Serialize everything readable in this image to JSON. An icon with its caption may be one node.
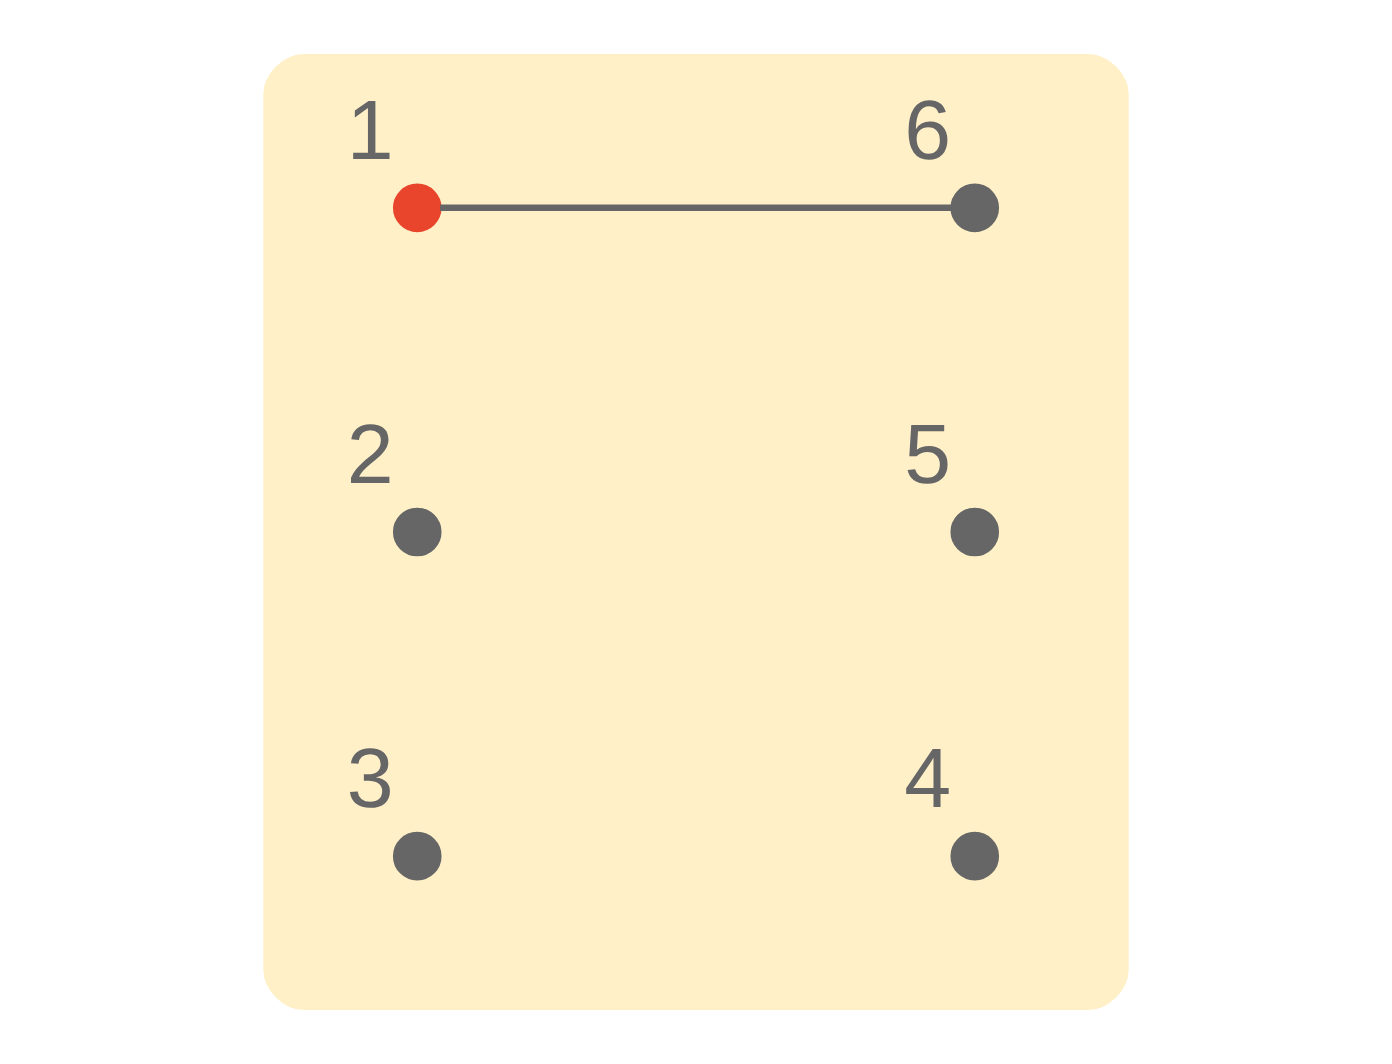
{
  "diagram": {
    "nodes": [
      {
        "text": [],
        "shape": "blob"
      },
      {
        "text": [],
        "shape": "circle",
        "beside": [
          "1"
        ],
        "in": 0
      },
      {
        "text": [],
        "shape": "circle",
        "beside": [
          "2"
        ],
        "in": 0
      },
      {
        "text": [],
        "shape": "circle",
        "beside": [
          "3"
        ],
        "in": 0
      },
      {
        "text": [],
        "shape": "circle",
        "beside": [
          "4"
        ],
        "in": 0
      },
      {
        "text": [],
        "shape": "circle",
        "beside": [
          "5"
        ],
        "in": 0
      },
      {
        "text": [],
        "shape": "circle",
        "beside": [
          "6"
        ],
        "in": 0
      }
    ],
    "edges": [
      {
        "from": 1,
        "to": 6,
        "arrow": "none"
      }
    ]
  }
}
